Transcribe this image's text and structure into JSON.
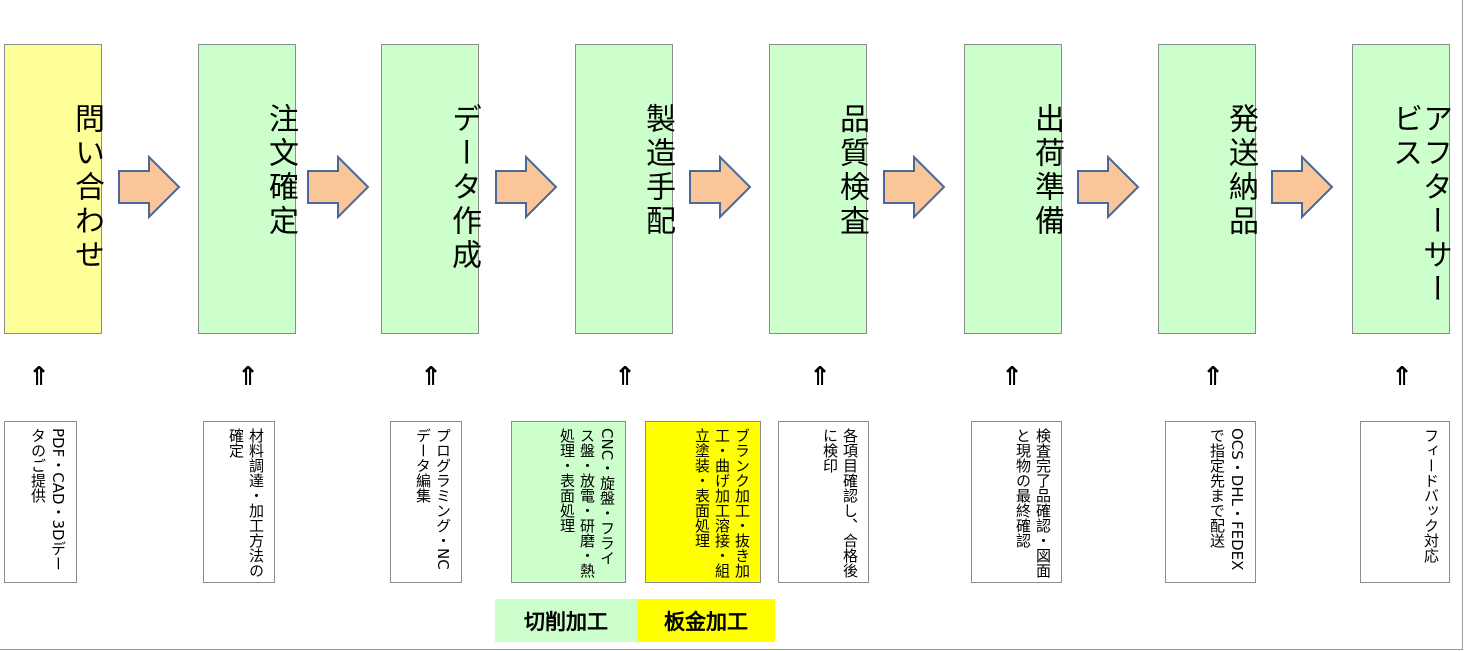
{
  "colors": {
    "step_green": "#ccffcc",
    "step_yellow": "#ffff99",
    "arrow_fill": "#fbc59a",
    "arrow_stroke": "#4a6a95",
    "note_yellow": "#ffff00",
    "tag_green": "#ccffcc",
    "tag_yellow": "#ffff00"
  },
  "steps": [
    {
      "label": "問い合わせ"
    },
    {
      "label": "注文確定"
    },
    {
      "label": "データ作成"
    },
    {
      "label": "製造手配"
    },
    {
      "label": "品質検査"
    },
    {
      "label": "出荷準備"
    },
    {
      "label": "発送納品"
    },
    {
      "label": "アフターサービス"
    }
  ],
  "up_arrow": "⇑",
  "notes": [
    {
      "text": "PDF・CAD・3Dデータのご提供"
    },
    {
      "text": "材料調達・加工方法の確定"
    },
    {
      "text": "プログラミング・NCデータ編集"
    },
    {
      "text": "CNC・旋盤・フライス盤・放電・研磨・熱処理・表面処理"
    },
    {
      "text": "ブランク加工・抜き加工・曲げ加工溶接・組立塗装・表面処理"
    },
    {
      "text": "各項目確認し、合格後に検印"
    },
    {
      "text": "検査完了品確認・図面と現物の最終確認"
    },
    {
      "text": "OCS・DHL・FEDEXで指定先まで配送"
    },
    {
      "text": "フィードバック対応"
    }
  ],
  "tags": {
    "cutting": "切削加工",
    "sheet_metal": "板金加工"
  }
}
